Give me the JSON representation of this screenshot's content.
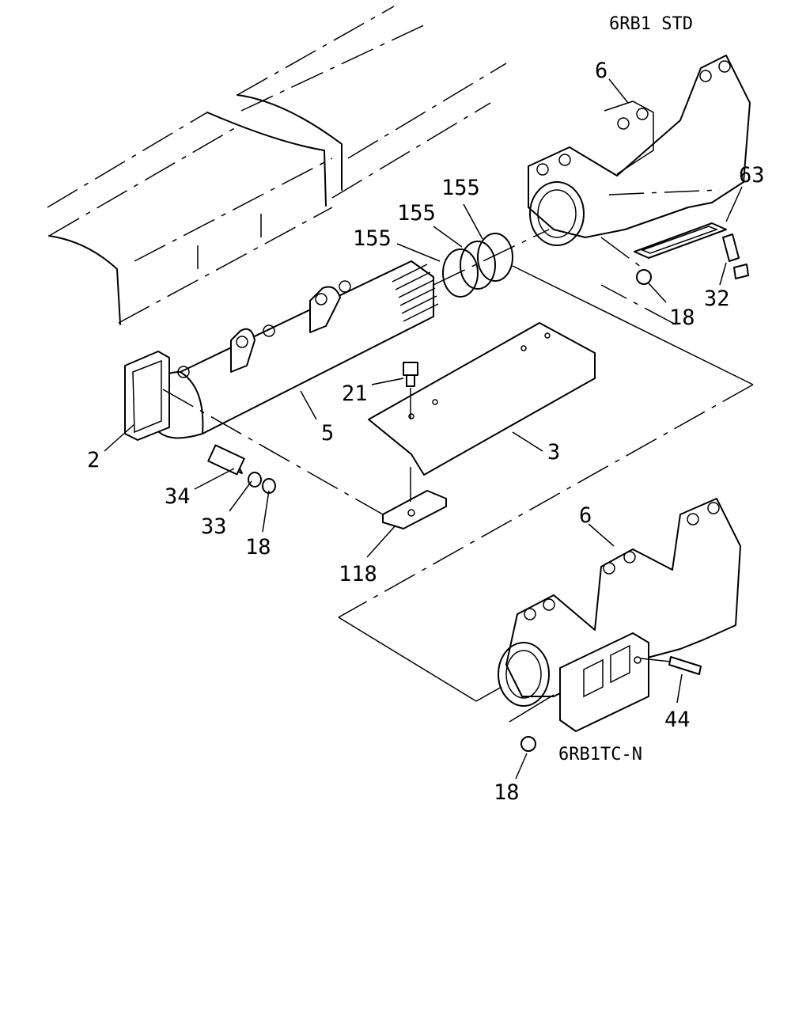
{
  "variants": {
    "std": "6RB1 STD",
    "tc": "6RB1TC-N"
  },
  "callouts": {
    "c2": "2",
    "c3": "3",
    "c5": "5",
    "c6_top": "6",
    "c6_bottom": "6",
    "c18_mid": "18",
    "c18_left": "18",
    "c18_bottom": "18",
    "c21": "21",
    "c32": "32",
    "c33": "33",
    "c34": "34",
    "c44": "44",
    "c63": "63",
    "c118": "118",
    "c155_a": "155",
    "c155_b": "155",
    "c155_c": "155"
  }
}
